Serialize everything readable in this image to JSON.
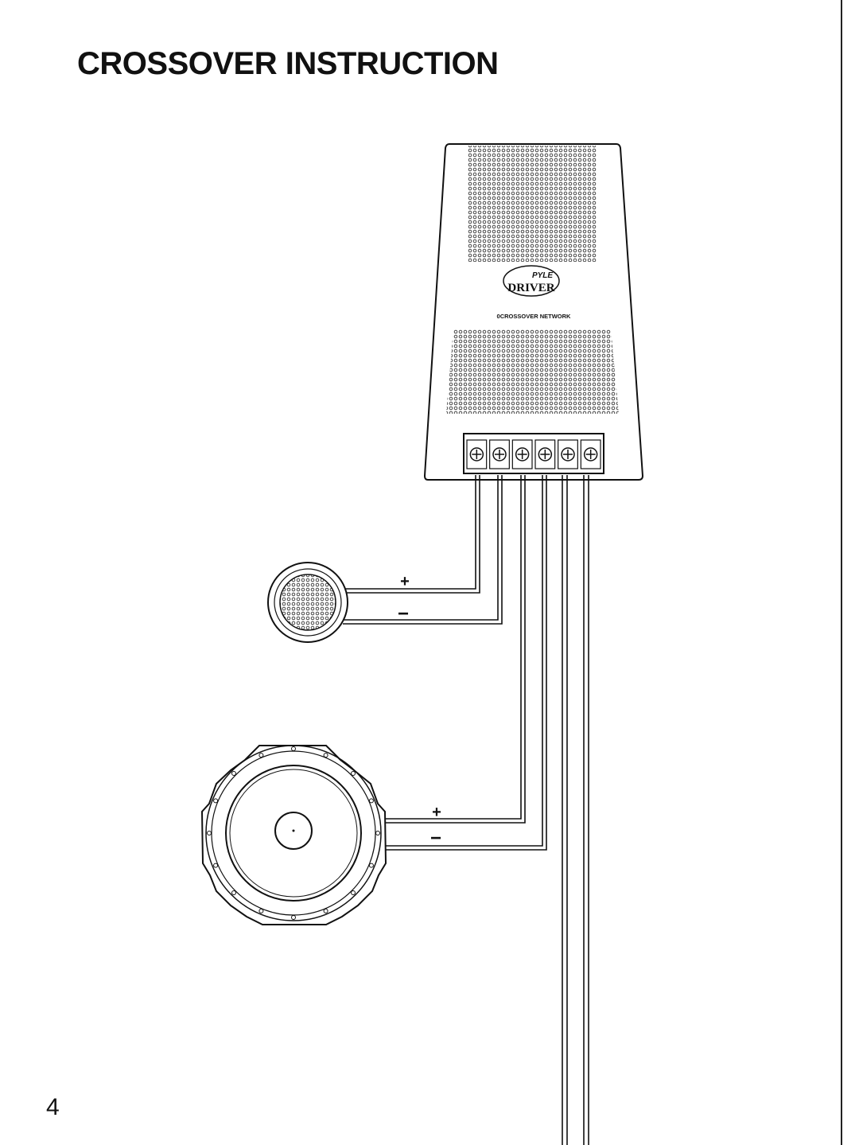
{
  "page": {
    "title": "CROSSOVER INSTRUCTION",
    "number": "4"
  },
  "crossover": {
    "brand_top": "PYLE",
    "brand_bottom": "DRIVER",
    "label": "0CROSSOVER NETWORK",
    "terminal_count": 6
  },
  "tweeter": {
    "plus": "+",
    "minus": "−"
  },
  "woofer": {
    "plus": "+",
    "minus": "−"
  },
  "colors": {
    "line": "#111111",
    "background": "#ffffff"
  }
}
